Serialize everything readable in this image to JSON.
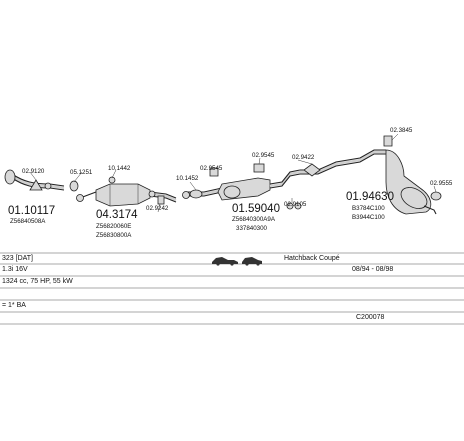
{
  "parts": {
    "p1": {
      "number": "01.10117",
      "oem": "Z56840508A",
      "clip": "02.9120"
    },
    "p2": {
      "number": "04.3174",
      "oem1": "Z56820060E",
      "oem2": "Z56830800A",
      "clamp1": "05.1251",
      "clamp2": "10.1442",
      "gasket": "02.9242"
    },
    "p3": {
      "number": "01.59040",
      "oem1": "Z56840300A9A",
      "oem2": "337840300",
      "clamp": "10.1452",
      "mount": "02.9545",
      "bracket": "02.9105"
    },
    "p4": {
      "number": "01.94630",
      "oem1": "B3784C100",
      "oem2": "B3944C100",
      "hanger1": "02.9545",
      "hanger2": "02.9422",
      "hanger3": "02.3845",
      "hanger4": "02.9555"
    }
  },
  "vehicle": {
    "model": "323 [DAT]",
    "body": "Hatchback Coupé",
    "engine": "1.3i 16V",
    "years": "08/94 - 08/98",
    "spec": "1324 cc, 75 HP, 55 kW",
    "fuel": "= 1* BA",
    "code": "C200078"
  }
}
